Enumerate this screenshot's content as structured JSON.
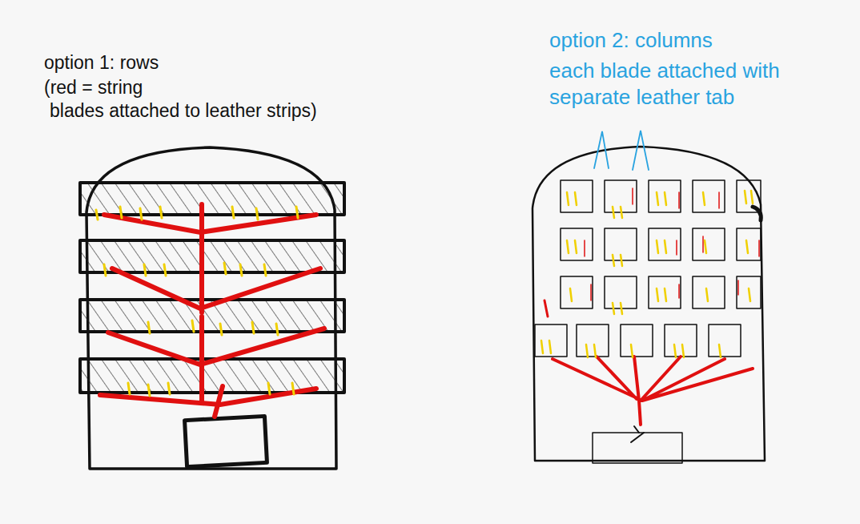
{
  "diagram": {
    "labels": [
      "option 1: rows",
      "(red = string",
      "blades attached to leather strips)",
      "option 2: columns",
      "each blade attached with separate leather tab"
    ]
  }
}
